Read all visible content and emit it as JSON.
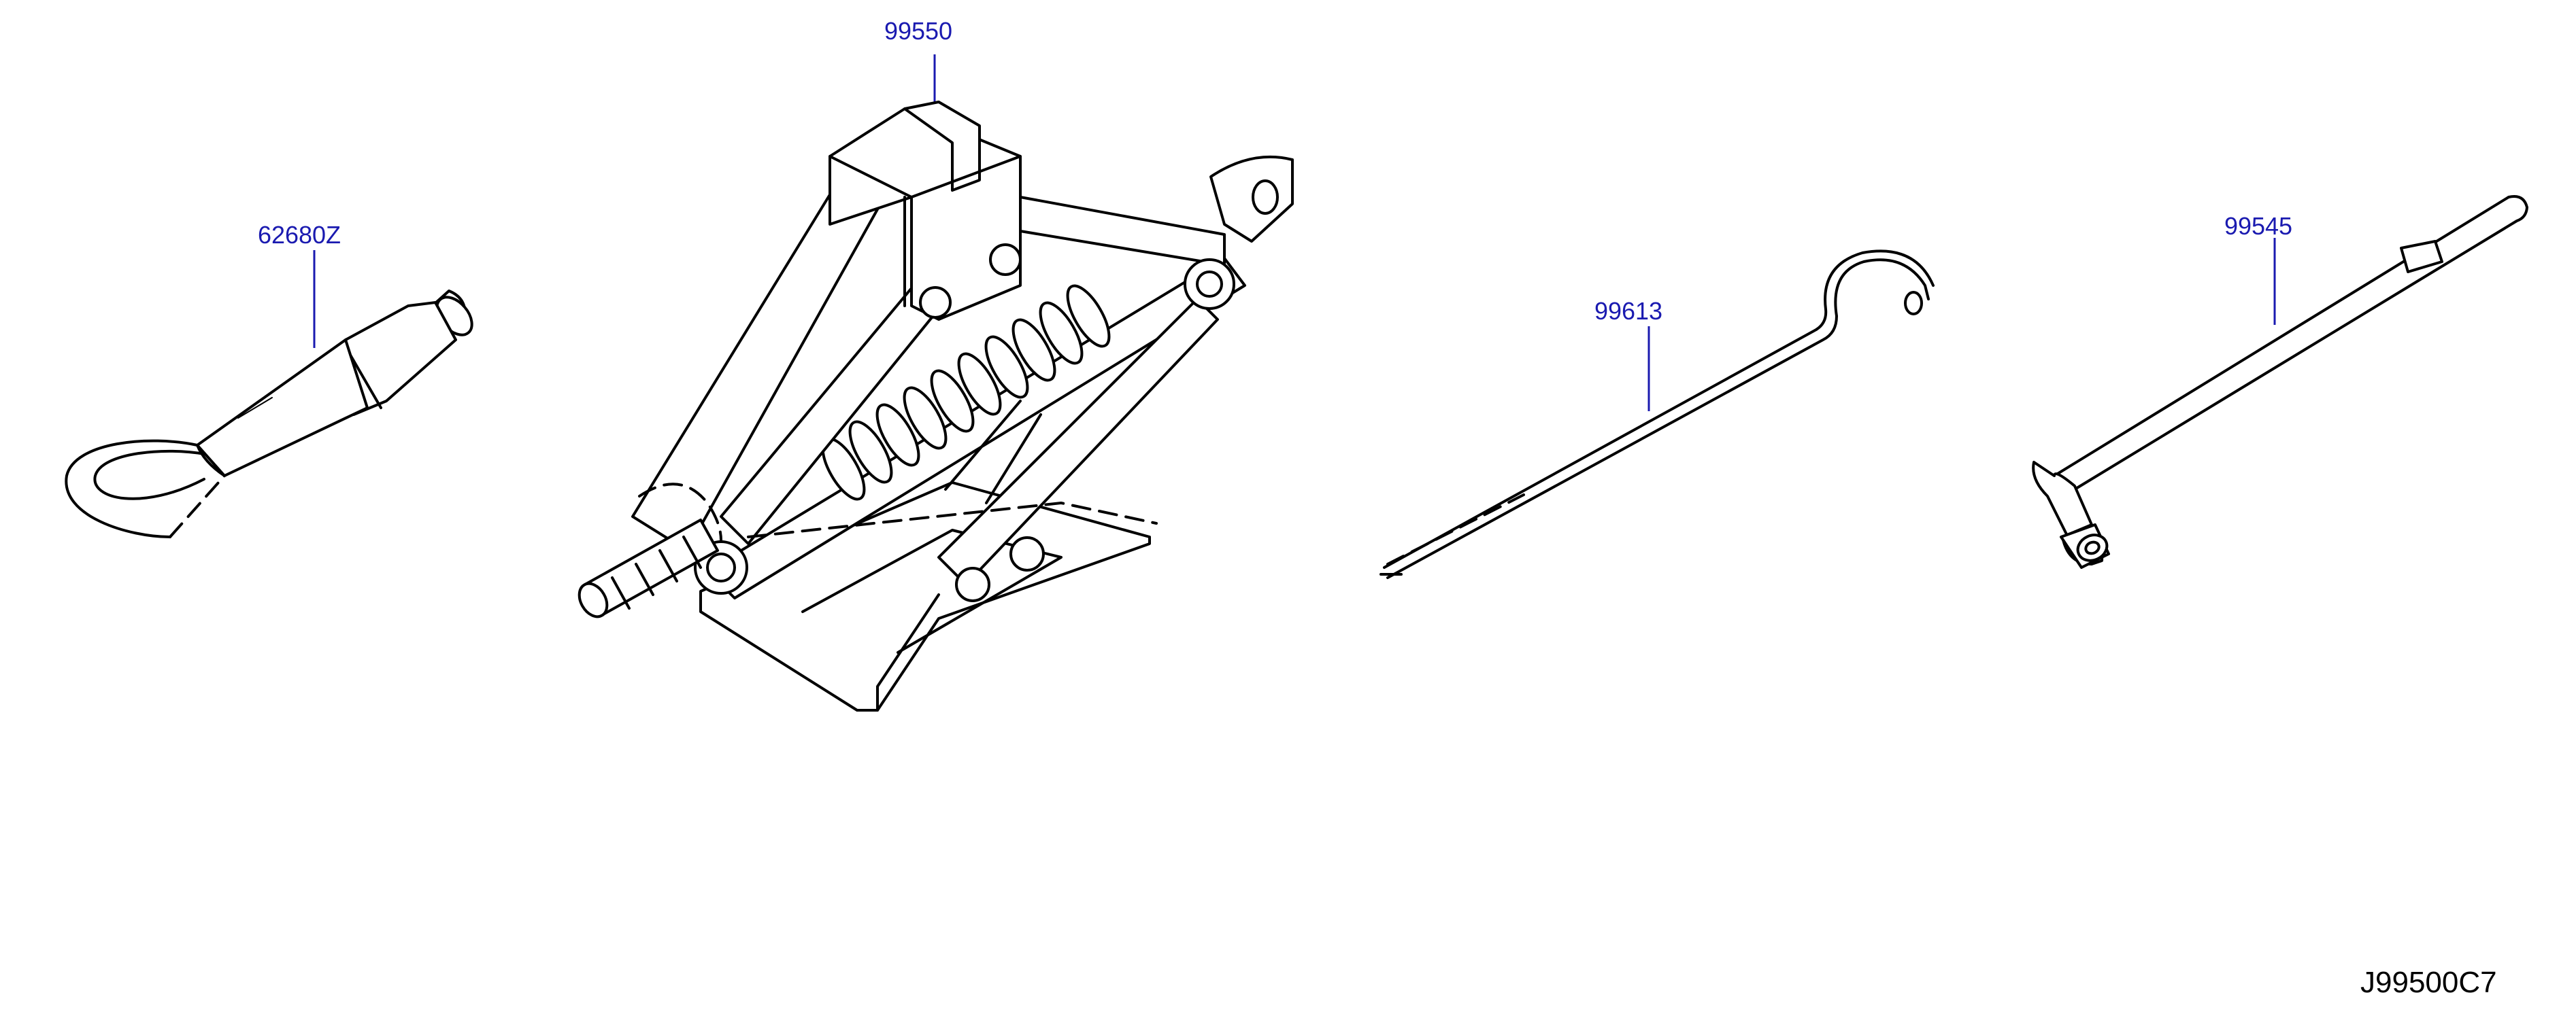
{
  "parts": [
    {
      "id": "tow_hook",
      "number": "62680Z",
      "icon": "tow-hook-icon"
    },
    {
      "id": "jack",
      "number": "99550",
      "icon": "scissor-jack-icon"
    },
    {
      "id": "jack_handle",
      "number": "99613",
      "icon": "jack-handle-rod-icon"
    },
    {
      "id": "wheel_wrench",
      "number": "99545",
      "icon": "wheel-wrench-icon"
    }
  ],
  "diagram_code": "J99500C7",
  "colors": {
    "label": "#1a1ab0",
    "line": "#000000",
    "code": "#000000"
  }
}
